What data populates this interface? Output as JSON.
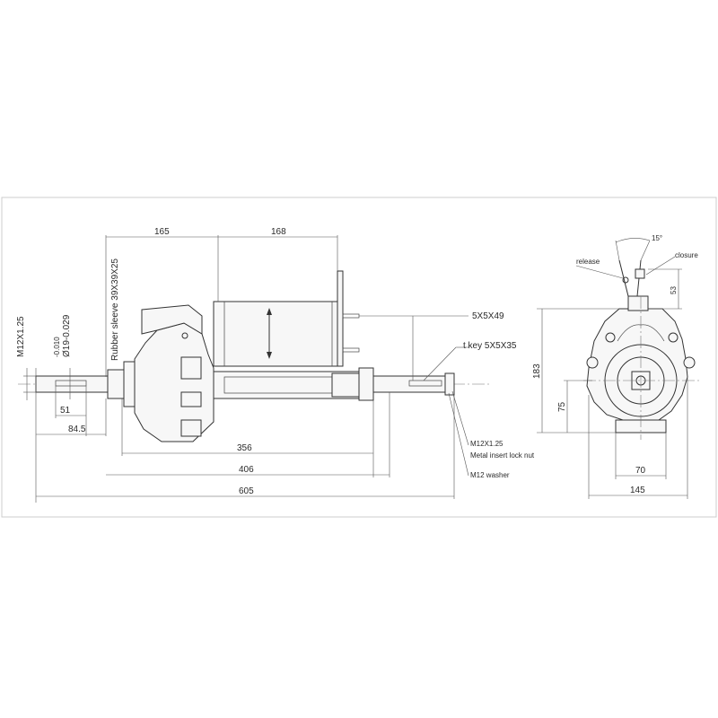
{
  "dimensions": {
    "d165": "165",
    "d168": "168",
    "d356": "356",
    "d406": "406",
    "d605": "605",
    "d51": "51",
    "d84_5": "84.5",
    "d183": "183",
    "d75": "75",
    "d70": "70",
    "d145": "145",
    "d53": "53",
    "angle15": "15°"
  },
  "labels": {
    "rubber_sleeve": "Rubber sleeve 39X39X25",
    "thread_left": "M12X1.25",
    "shaft_tol_upper": "-0.010",
    "shaft_tol_lower": "Ø19-0.029",
    "key_top": "5X5X49",
    "key_bottom": "t key 5X5X35",
    "thread_right": "M12X1.25",
    "lock_nut": "Metal insert lock nut",
    "washer": "M12 washer",
    "release": "release",
    "closure": "closure"
  },
  "colors": {
    "line": "#333333",
    "frame": "#cccccc"
  }
}
